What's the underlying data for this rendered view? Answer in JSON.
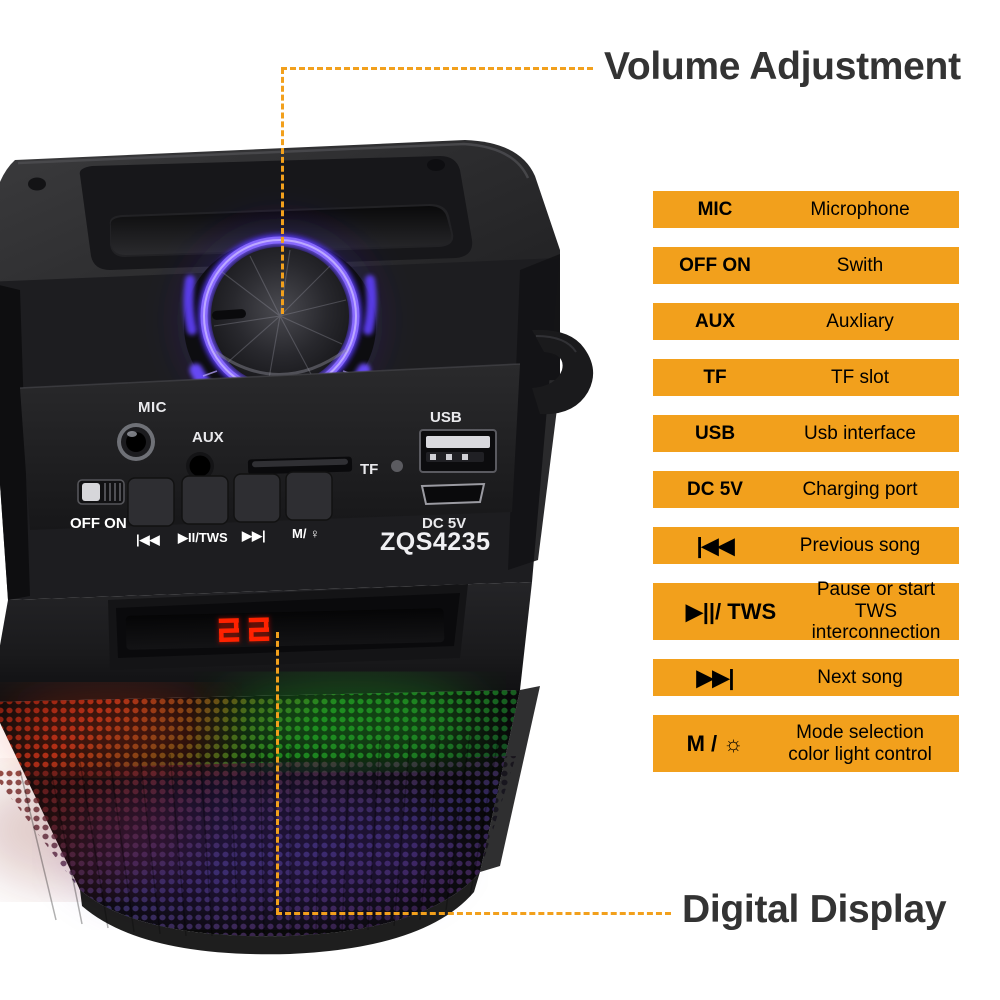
{
  "page": {
    "background": "#ffffff",
    "accent_color": "#F2A01C",
    "text_color": "#333333"
  },
  "callouts": [
    {
      "id": "volume",
      "label": "Volume Adjustment"
    },
    {
      "id": "display",
      "label": "Digital Display"
    }
  ],
  "product": {
    "model_label": "ZQS4235",
    "panel_labels": {
      "mic": "MIC",
      "aux": "AUX",
      "tf": "TF",
      "usb": "USB",
      "dc": "DC 5V",
      "power": "OFF ON",
      "prev": "|◀◀",
      "play": "▶II/TWS",
      "next": "▶▶|",
      "mode": "M/ ♀"
    },
    "display_value": "22",
    "knob_ring_color": "#5B43E8",
    "display_led_color": "#FF1A00"
  },
  "legend": {
    "rows": [
      {
        "key": "MIC",
        "desc": "Microphone",
        "key_style": "text",
        "height": "h1"
      },
      {
        "key": "OFF ON",
        "desc": "Swith",
        "key_style": "text",
        "height": "h1"
      },
      {
        "key": "AUX",
        "desc": "Auxliary",
        "key_style": "text",
        "height": "h1"
      },
      {
        "key": "TF",
        "desc": "TF slot",
        "key_style": "text",
        "height": "h1"
      },
      {
        "key": "USB",
        "desc": "Usb interface",
        "key_style": "text",
        "height": "h1"
      },
      {
        "key": "DC 5V",
        "desc": "Charging port",
        "key_style": "text",
        "height": "h1"
      },
      {
        "key": "|◀◀",
        "desc": "Previous song",
        "key_style": "glyph",
        "height": "h1"
      },
      {
        "key": "▶||/ TWS",
        "desc": "Pause or start\nTWS interconnection",
        "key_style": "tws",
        "height": "h2"
      },
      {
        "key": "▶▶|",
        "desc": "Next song",
        "key_style": "glyph",
        "height": "h1"
      },
      {
        "key": "M / ☼",
        "desc": "Mode selection\ncolor light control",
        "key_style": "mode",
        "height": "h2"
      }
    ]
  }
}
